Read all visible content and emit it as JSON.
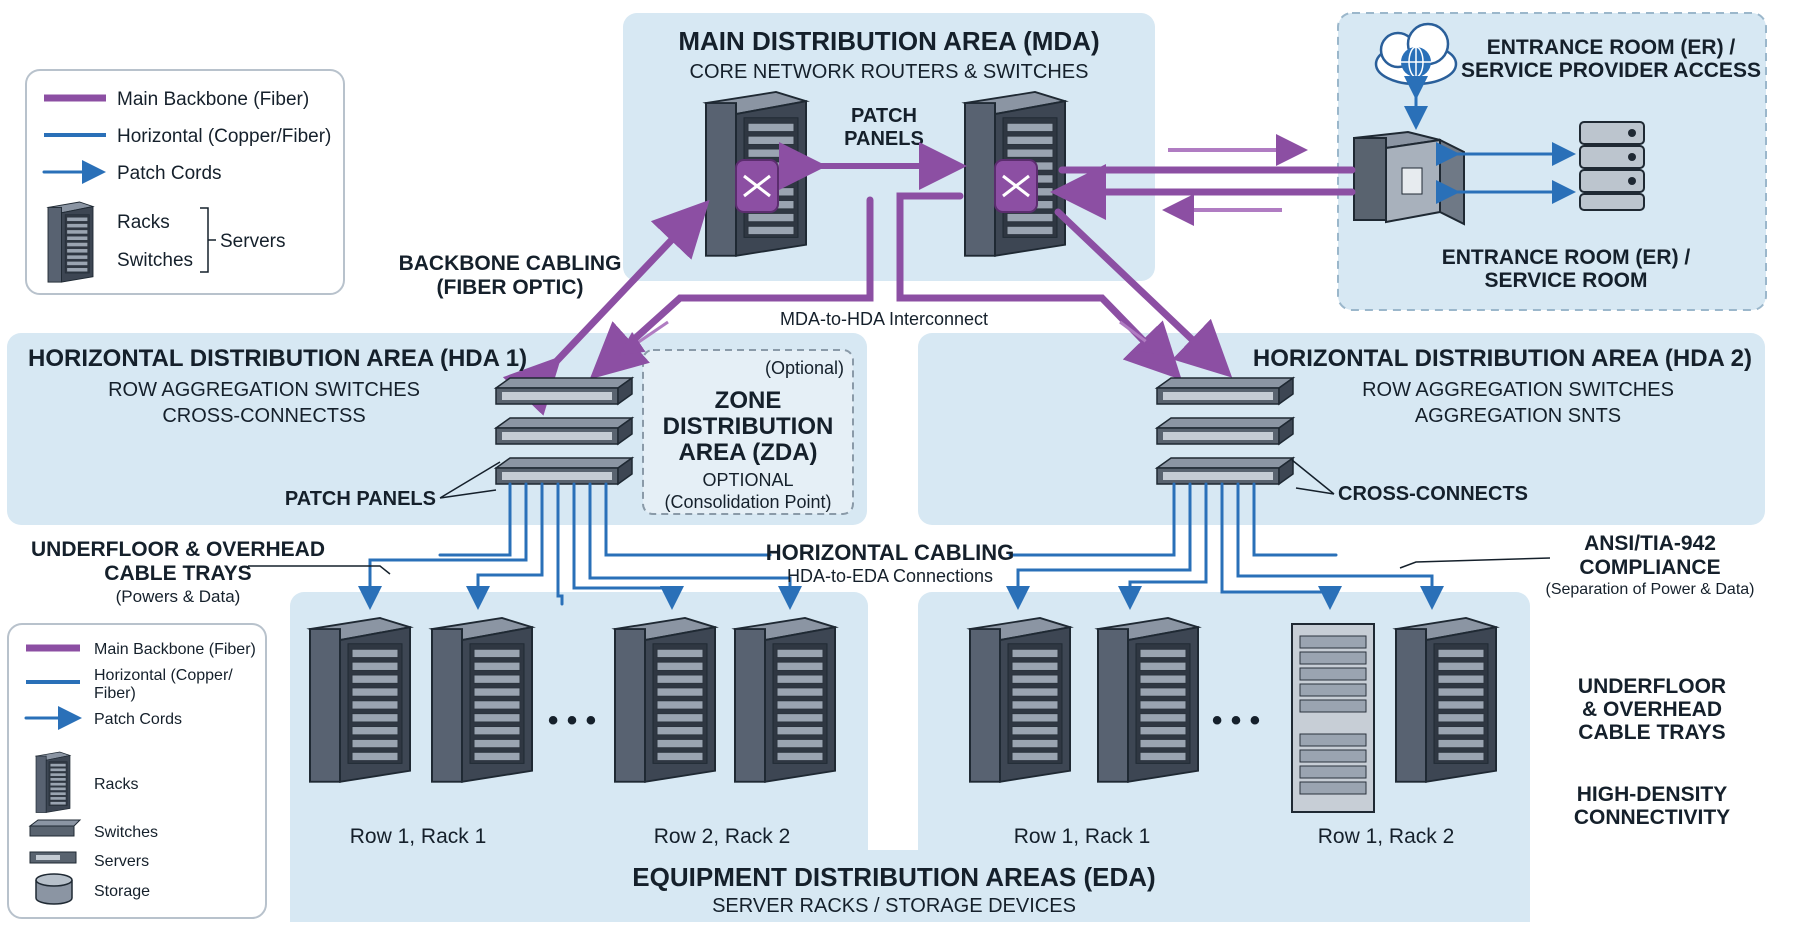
{
  "mda": {
    "title": "MAIN DISTRIBUTION AREA (MDA)",
    "subtitle": "CORE NETWORK ROUTERS & SWITCHES",
    "patch_line1": "PATCH",
    "patch_line2": "PANELS"
  },
  "entrance": {
    "top_line1": "ENTRANCE ROOM (ER) /",
    "top_line2": "SERVICE PROVIDER ACCESS",
    "bottom_line1": "ENTRANCE ROOM (ER) /",
    "bottom_line2": "SERVICE ROOM"
  },
  "backbone": {
    "line1": "BACKBONE CABLING",
    "line2": "(FIBER OPTIC)",
    "interconnect": "MDA-to-HDA Interconnect"
  },
  "hda1": {
    "title": "HORIZONTAL DISTRIBUTION AREA (HDA 1)",
    "line1": "ROW AGGREGATION SWITCHES",
    "line2": "CROSS-CONNECTSS",
    "patch_panels": "PATCH PANELS"
  },
  "hda2": {
    "title": "HORIZONTAL DISTRIBUTION AREA (HDA 2)",
    "line1": "ROW AGGREGATION SWITCHES",
    "line2": "AGGREGATION SNTS",
    "cross_connects": "CROSS-CONNECTS"
  },
  "zda": {
    "optional_tag": "(Optional)",
    "line1": "ZONE",
    "line2": "DISTRIBUTION",
    "line3": "AREA (ZDA)",
    "line4": "OPTIONAL",
    "line5": "(Consolidation Point)"
  },
  "trays": {
    "line1": "UNDERFLOOR & OVERHEAD",
    "line2": "CABLE TRAYS",
    "line3": "(Powers & Data)"
  },
  "horizontal": {
    "title": "HORIZONTAL CABLING",
    "subtitle": "HDA-to-EDA Connections"
  },
  "ansi": {
    "line1": "ANSI/TIA-942",
    "line2": "COMPLIANCE",
    "line3": "(Separation of Power & Data)"
  },
  "right_notes": {
    "trays1": "UNDERFLOOR",
    "trays2": "& OVERHEAD",
    "trays3": "CABLE TRAYS",
    "density1": "HIGH-DENSITY",
    "density2": "CONNECTIVITY"
  },
  "eda": {
    "title": "EQUIPMENT DISTRIBUTION AREAS (EDA)",
    "subtitle": "SERVER RACKS / STORAGE DEVICES",
    "left_label1": "Row 1, Rack 1",
    "left_label2": "Row 2, Rack 2",
    "right_label1": "Row 1, Rack 1",
    "right_label2": "Row 1, Rack 2",
    "ellipsis": "• • •"
  },
  "legend_top": {
    "backbone": "Main Backbone (Fiber)",
    "horizontal": "Horizontal (Copper/Fiber)",
    "patch": "Patch Cords",
    "racks": "Racks",
    "switches": "Switches",
    "servers": "Servers"
  },
  "legend_bottom": {
    "backbone": "Main Backbone (Fiber)",
    "horizontal1": "Horizontal (Copper/",
    "horizontal2": "Fiber)",
    "patch": "Patch Cords",
    "racks": "Racks",
    "switches": "Switches",
    "servers": "Servers",
    "storage": "Storage"
  },
  "colors": {
    "backbone": "#8c4fa3",
    "horizontal": "#2a70b8",
    "panel": "#d7e8f3"
  },
  "icons": [
    "cloud-globe-icon",
    "server-rack-icon",
    "network-switch-icon",
    "storage-icon",
    "crossconnect-icon"
  ]
}
